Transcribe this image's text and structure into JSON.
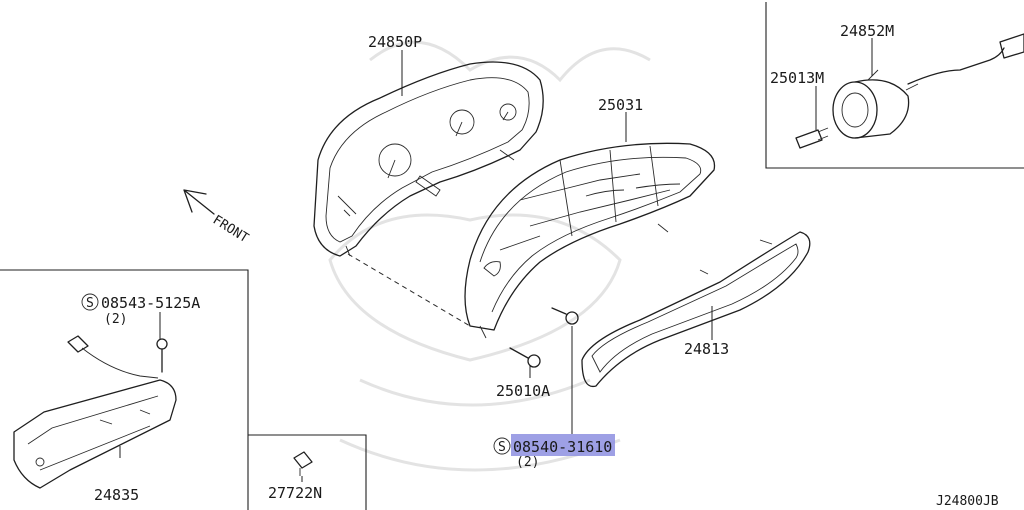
{
  "diagram": {
    "reference_code": "J24800JB",
    "front_label": "FRONT",
    "screw_symbol": "S",
    "parts": {
      "p24850P": "24850P",
      "p25031": "25031",
      "p24852M": "24852M",
      "p25013M": "25013M",
      "p24813": "24813",
      "p25010A": "25010A",
      "p24835": "24835",
      "p27722N": "27722N"
    },
    "screws": {
      "s1": {
        "number": "08543-5125A",
        "qty": "(2)"
      },
      "s2": {
        "number": "08540-31610",
        "qty": "(2)",
        "highlighted": true
      }
    },
    "colors": {
      "highlight": "#8d8fe0",
      "line": "#1f1f1f",
      "watermark": "#e3e3e3"
    }
  }
}
